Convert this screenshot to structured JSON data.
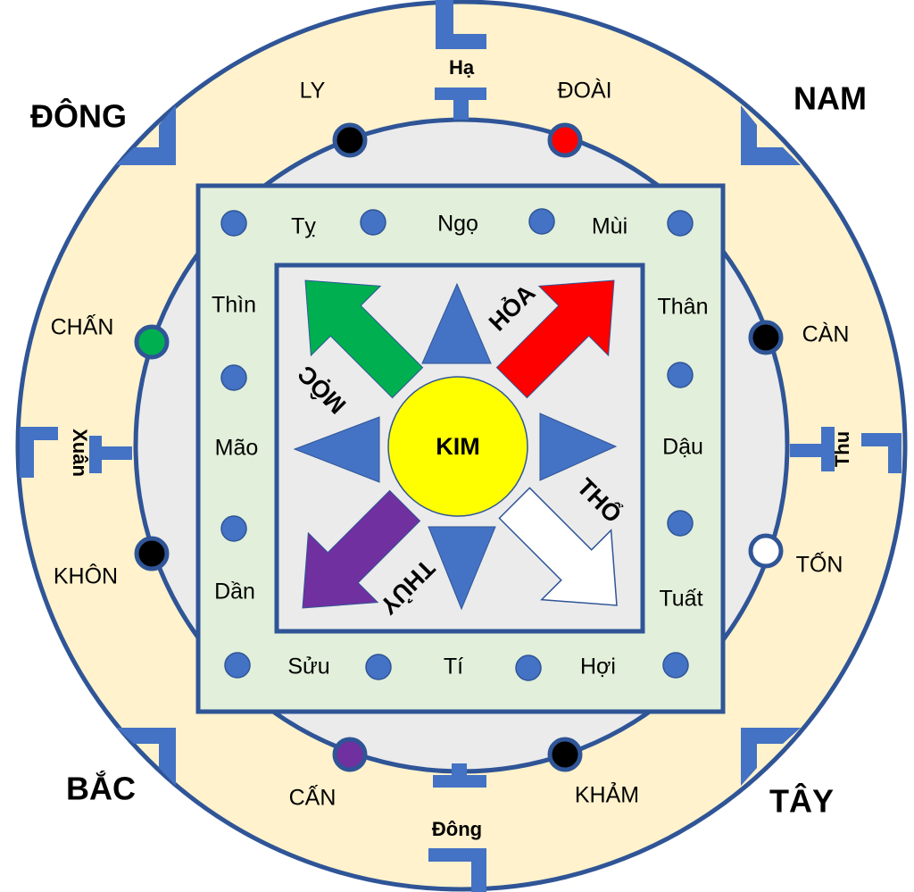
{
  "directions": {
    "east": "ĐÔNG",
    "south": "NAM",
    "north": "BẮC",
    "west": "TÂY"
  },
  "seasons": {
    "summer": "Hạ",
    "winter": "Đông",
    "spring": "Xuân",
    "autumn": "Thu"
  },
  "trigrams": [
    {
      "label": "LY",
      "color": "#000000"
    },
    {
      "label": "ĐOÀI",
      "color": "#ff0000"
    },
    {
      "label": "CHẤN",
      "color": "#00b050"
    },
    {
      "label": "KHÔN",
      "color": "#000000"
    },
    {
      "label": "CÀN",
      "color": "#000000"
    },
    {
      "label": "TỐN",
      "color": "#ffffff"
    },
    {
      "label": "CẤN",
      "color": "#7030a0"
    },
    {
      "label": "KHẢM",
      "color": "#000000"
    }
  ],
  "branches": [
    "Tỵ",
    "Ngọ",
    "Mùi",
    "Thìn",
    "Thân",
    "Mão",
    "Dậu",
    "Dần",
    "Tuất",
    "Sửu",
    "Tí",
    "Hợi"
  ],
  "elements": {
    "center": "KIM",
    "fire": "HỎA",
    "wood": "MỘC",
    "earth": "THỔ",
    "water": "THỦY"
  },
  "colors": {
    "outer_ring": "#fff2cc",
    "inner_circle": "#ebebeb",
    "outer_square": "#e2efda",
    "stroke": "#2f5597",
    "accent": "#4472c4",
    "center": "#ffff00",
    "wood_arrow": "#00b050",
    "fire_arrow": "#ff0000",
    "water_arrow": "#7030a0",
    "earth_arrow": "#ffffff"
  }
}
